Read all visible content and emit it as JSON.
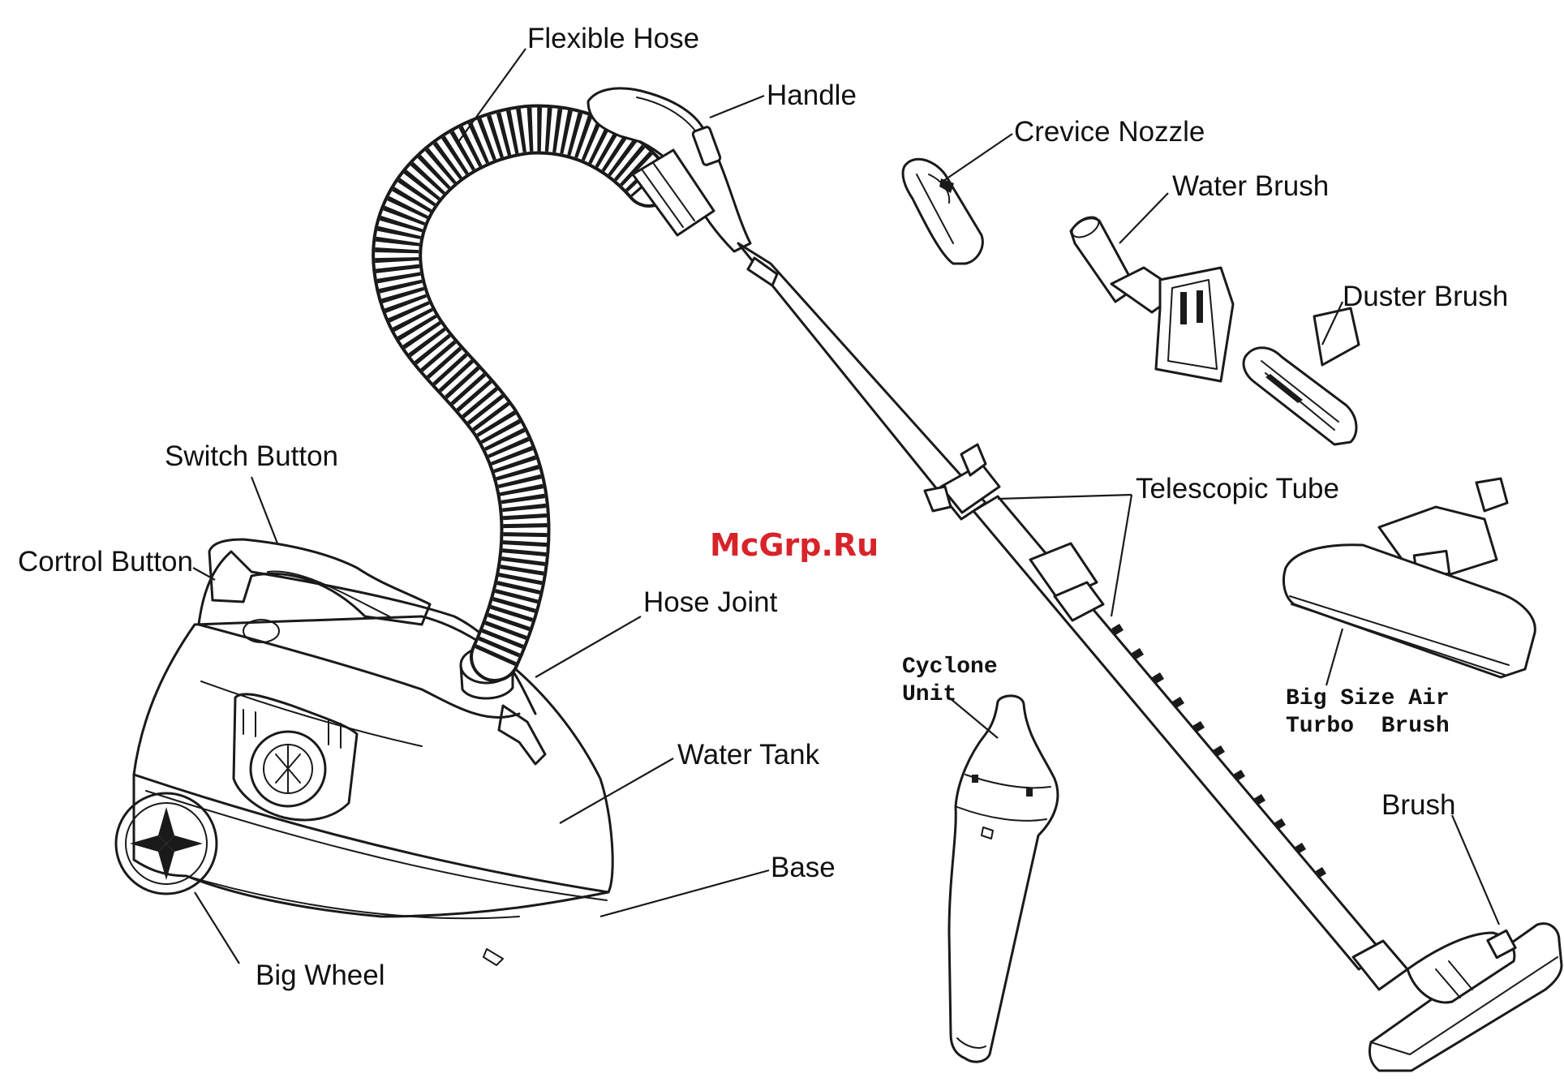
{
  "labels": {
    "flexible_hose": "Flexible Hose",
    "handle": "Handle",
    "crevice_nozzle": "Crevice Nozzle",
    "water_brush": "Water Brush",
    "duster_brush": "Duster Brush",
    "switch_button": "Switch Button",
    "control_button": "Cortrol Button",
    "hose_joint": "Hose Joint",
    "telescopic_tube": "Telescopic Tube",
    "cyclone_unit": "Cyclone\nUnit",
    "water_tank": "Water Tank",
    "big_size_air_turbo_brush": "Big Size Air\nTurbo  Brush",
    "base": "Base",
    "brush": "Brush",
    "big_wheel": "Big Wheel"
  },
  "watermark": "McGrp.Ru",
  "colors": {
    "line": "#1a1a1a",
    "watermark": "#d8232a",
    "background": "#ffffff"
  }
}
